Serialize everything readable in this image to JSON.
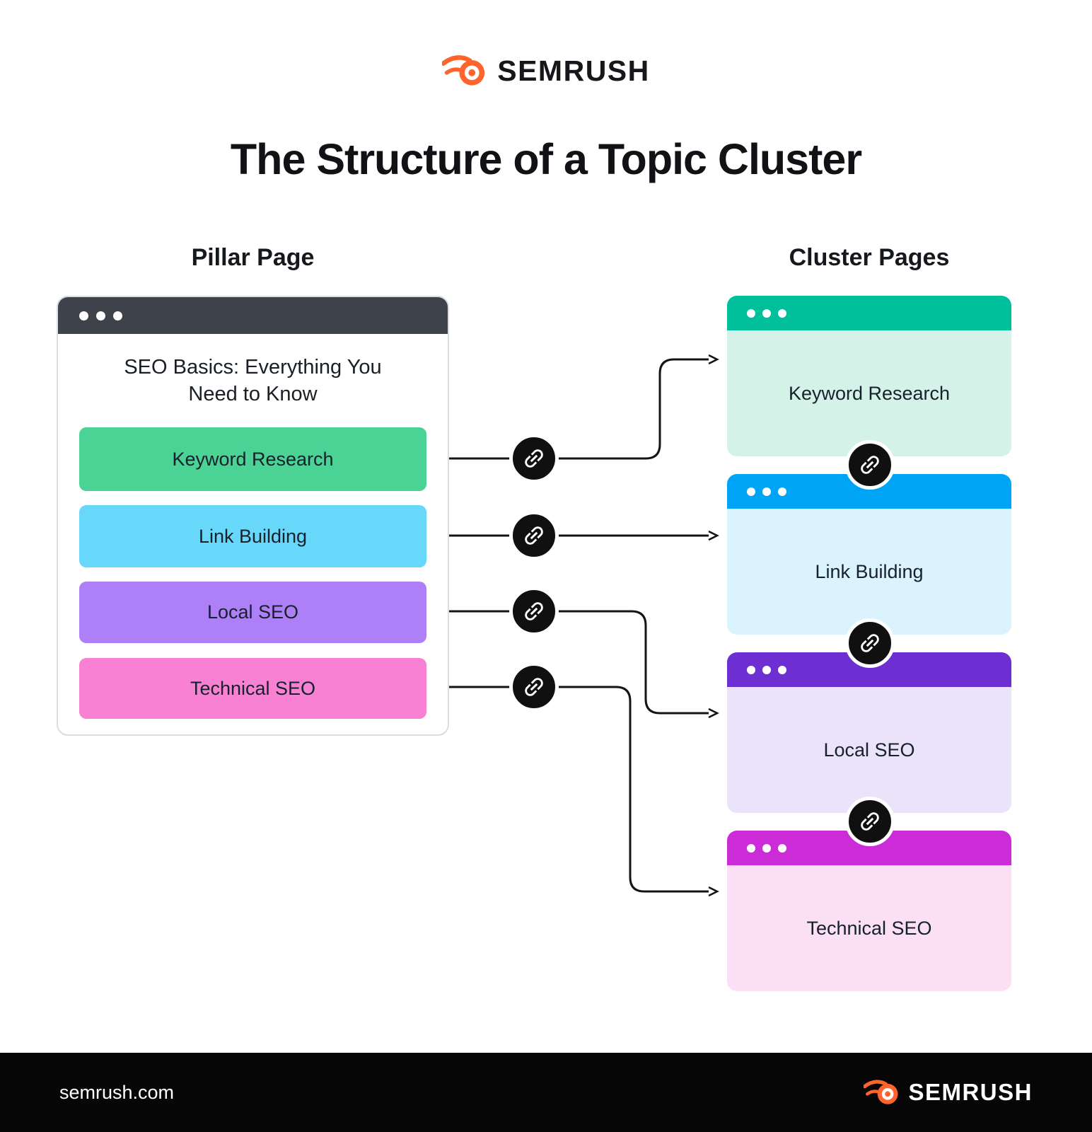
{
  "brand": {
    "name": "SEMRUSH",
    "accent": "#FF642D"
  },
  "title": "The Structure of a Topic Cluster",
  "pillar": {
    "heading": "Pillar Page",
    "window_title": "SEO Basics: Everything You Need to Know",
    "buttons": [
      {
        "label": "Keyword Research",
        "color": "#4BD295"
      },
      {
        "label": "Link Building",
        "color": "#67D7FA"
      },
      {
        "label": "Local SEO",
        "color": "#AE80F8"
      },
      {
        "label": "Technical SEO",
        "color": "#F981D3"
      }
    ]
  },
  "clusters": {
    "heading": "Cluster Pages",
    "cards": [
      {
        "label": "Keyword Research",
        "header_color": "#00BF9B",
        "body_color": "#D5F2E9"
      },
      {
        "label": "Link Building",
        "header_color": "#00A4F6",
        "body_color": "#DBF3FC"
      },
      {
        "label": "Local SEO",
        "header_color": "#6D2FD1",
        "body_color": "#EAE3F9"
      },
      {
        "label": "Technical SEO",
        "header_color": "#CB2CD8",
        "body_color": "#FBE0F5"
      }
    ]
  },
  "footer": {
    "site": "semrush.com",
    "brand": "SEMRUSH"
  }
}
